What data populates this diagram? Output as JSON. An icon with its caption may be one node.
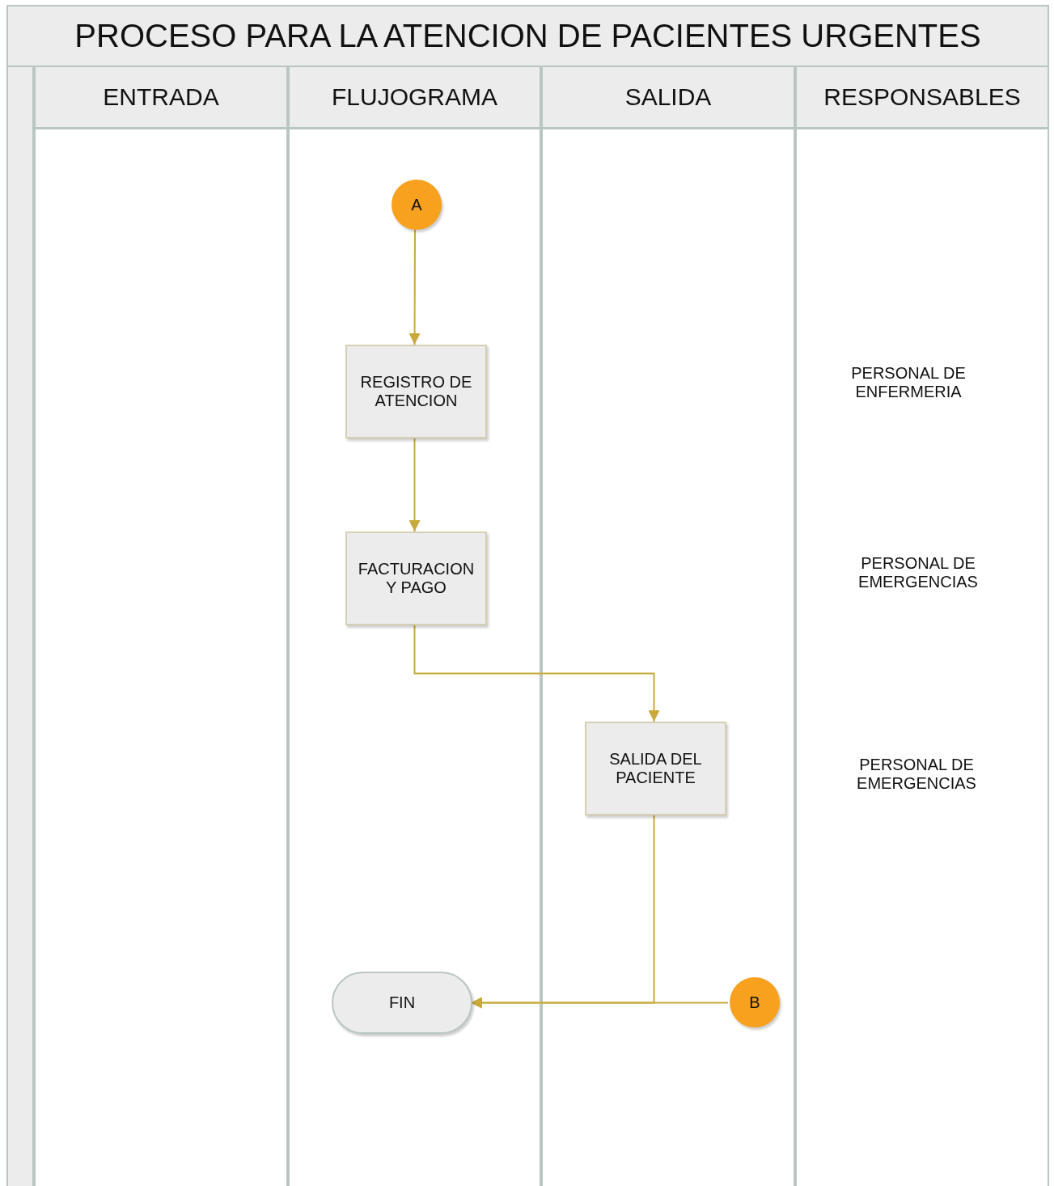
{
  "diagram": {
    "title": "PROCESO PARA LA ATENCION DE PACIENTES URGENTES",
    "nodes": [
      {
        "text": [
          "ENTRADA"
        ]
      },
      {
        "text": [
          "FLUJOGRAMA"
        ]
      },
      {
        "text": [
          "SALIDA"
        ]
      },
      {
        "text": [
          "RESPONSABLES"
        ]
      },
      {
        "text": [
          "A"
        ],
        "in": 1
      },
      {
        "text": [
          "REGISTRO DE ATENCION"
        ],
        "in": 1
      },
      {
        "text": [
          "FACTURACION Y PAGO"
        ],
        "in": 1
      },
      {
        "text": [
          "SALIDA DEL PACIENTE"
        ],
        "in": 2
      },
      {
        "text": [
          "FIN"
        ],
        "in": 1
      },
      {
        "text": [
          "B"
        ],
        "in": 2
      }
    ],
    "edges": [
      {
        "from": 4,
        "to": 5,
        "arrow": "to"
      },
      {
        "from": 5,
        "to": 6,
        "arrow": "to"
      },
      {
        "from": 6,
        "to": 7,
        "arrow": "to"
      },
      {
        "from": 7,
        "to": 8,
        "arrow": "to"
      },
      {
        "from": 9,
        "to": 8,
        "arrow": "to"
      }
    ],
    "labels": [
      "PERSONAL DE ENFERMERIA",
      "PERSONAL DE EMERGENCIAS",
      "PERSONAL DE EMERGENCIAS"
    ]
  }
}
